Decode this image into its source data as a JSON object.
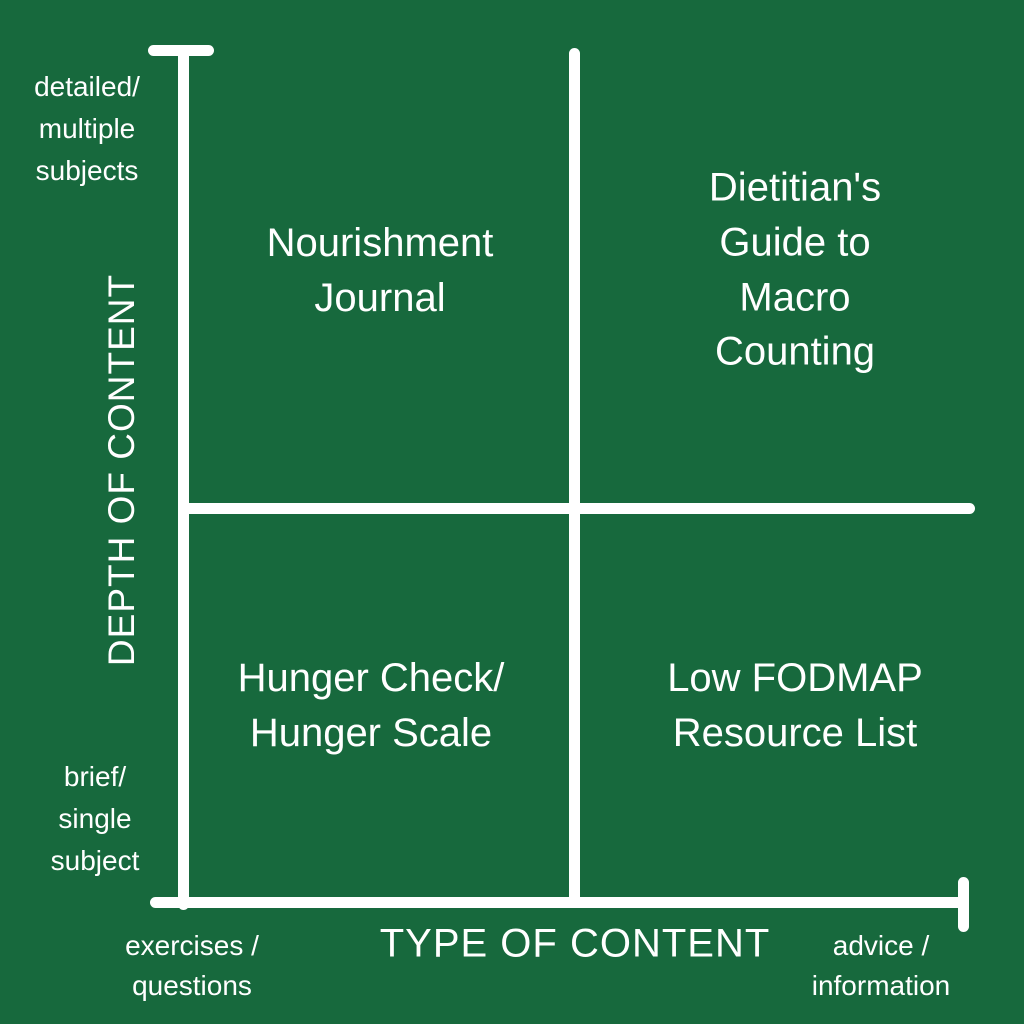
{
  "colors": {
    "background": "#17693D",
    "line": "#FFFFFF",
    "text": "#FFFFFF"
  },
  "y_axis": {
    "title": "DEPTH OF CONTENT",
    "top_label": "detailed/\nmultiple\nsubjects",
    "bottom_label": "brief/\nsingle\nsubject"
  },
  "x_axis": {
    "title": "TYPE OF CONTENT",
    "left_label": "exercises /\nquestions",
    "right_label": "advice /\ninformation"
  },
  "quadrants": {
    "top_left": "Nourishment\nJournal",
    "top_right": "Dietitian's\nGuide to\nMacro\nCounting",
    "bottom_left": "Hunger Check/\nHunger Scale",
    "bottom_right": "Low FODMAP\nResource List"
  }
}
